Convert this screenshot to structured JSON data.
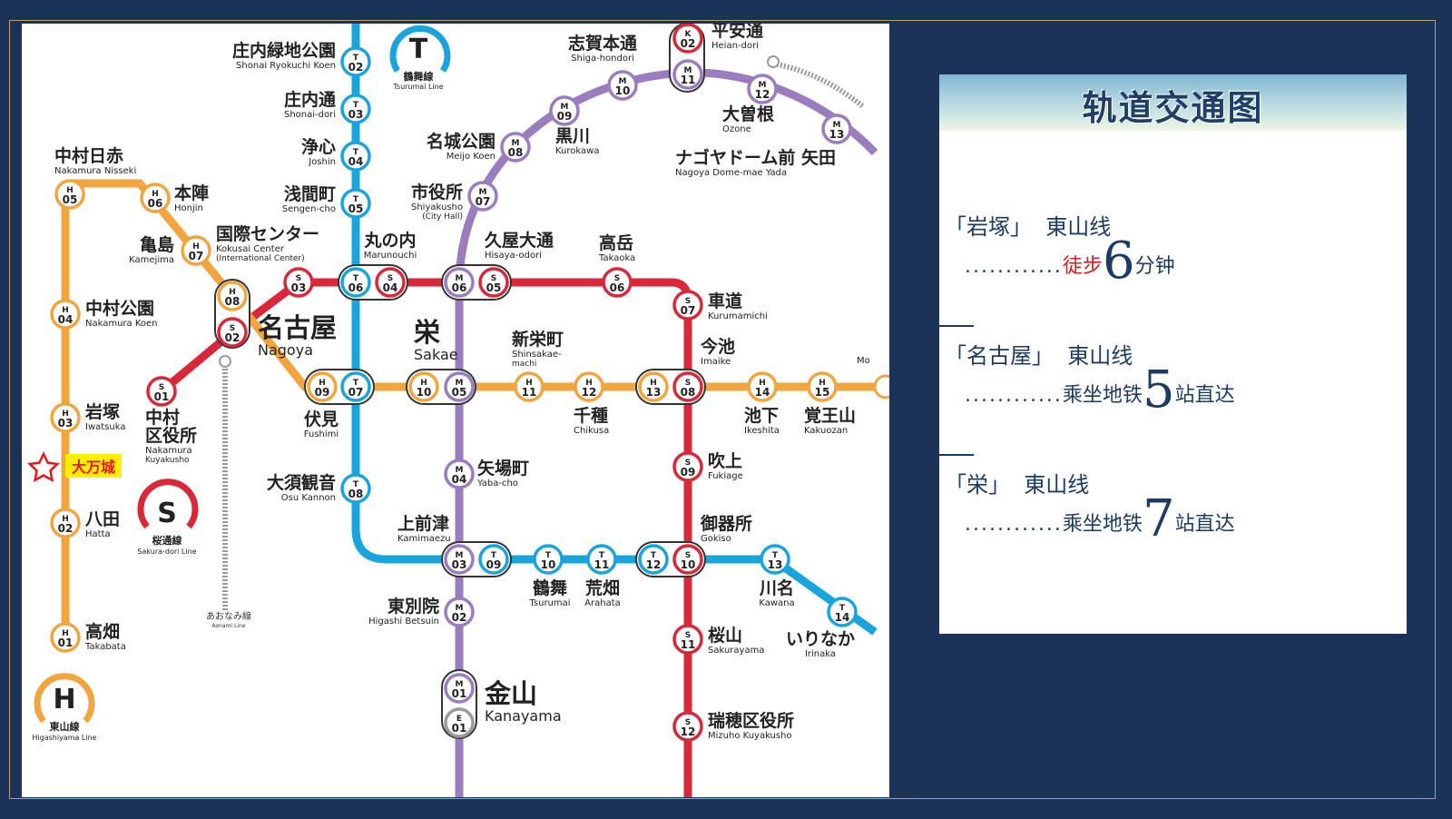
{
  "colors": {
    "background": "#1b3358",
    "frame": "#b8a36a",
    "higashiyama": "#f2a53e",
    "sakuradori": "#d8283a",
    "meijo": "#9b7cbf",
    "tsurumai": "#19a4de",
    "aonami": "#9a9a9a",
    "panel_title": "#1f3f66",
    "panel_text": "#1c3b63",
    "walk_red": "#d42020",
    "star": "#e8151b",
    "highlight": "#ffee00"
  },
  "map": {
    "line_badges": [
      {
        "letter": "T",
        "name_jp": "鶴舞線",
        "name_en": "Tsurumai Line"
      },
      {
        "letter": "S",
        "name_jp": "桜通線",
        "name_en": "Sakura-dori Line"
      },
      {
        "letter": "H",
        "name_jp": "東山線",
        "name_en": "Higashiyama Line"
      }
    ],
    "aonami_label": {
      "jp": "あおなみ線",
      "en": "Aonami Line"
    },
    "marker": {
      "icon": "star-icon",
      "label": "大万城"
    },
    "stations": [
      {
        "jp": "庄内緑地公園",
        "en": "Shonai Ryokuchi Koen",
        "codes": [
          [
            "T",
            "02"
          ]
        ]
      },
      {
        "jp": "庄内通",
        "en": "Shonai-dori",
        "codes": [
          [
            "T",
            "03"
          ]
        ]
      },
      {
        "jp": "浄心",
        "en": "Joshin",
        "codes": [
          [
            "T",
            "04"
          ]
        ]
      },
      {
        "jp": "浅間町",
        "en": "Sengen-cho",
        "codes": [
          [
            "T",
            "05"
          ]
        ]
      },
      {
        "jp": "丸の内",
        "en": "Marunouchi",
        "codes": [
          [
            "T",
            "06"
          ],
          [
            "S",
            "04"
          ]
        ]
      },
      {
        "jp": "伏見",
        "en": "Fushimi",
        "codes": [
          [
            "H",
            "09"
          ],
          [
            "T",
            "07"
          ]
        ]
      },
      {
        "jp": "大須観音",
        "en": "Osu Kannon",
        "codes": [
          [
            "T",
            "08"
          ]
        ]
      },
      {
        "jp": "上前津",
        "en": "Kamimaezu",
        "codes": [
          [
            "M",
            "03"
          ],
          [
            "T",
            "09"
          ]
        ]
      },
      {
        "jp": "鶴舞",
        "en": "Tsurumai",
        "codes": [
          [
            "T",
            "10"
          ]
        ]
      },
      {
        "jp": "荒畑",
        "en": "Arahata",
        "codes": [
          [
            "T",
            "11"
          ]
        ]
      },
      {
        "jp": "御器所",
        "en": "Gokiso",
        "codes": [
          [
            "T",
            "12"
          ],
          [
            "S",
            "10"
          ]
        ]
      },
      {
        "jp": "川名",
        "en": "Kawana",
        "codes": [
          [
            "T",
            "13"
          ]
        ]
      },
      {
        "jp": "いりなか",
        "en": "Irinaka",
        "codes": [
          [
            "T",
            "14"
          ]
        ]
      },
      {
        "jp": "中村日赤",
        "en": "Nakamura Nisseki",
        "codes": [
          [
            "H",
            "05"
          ]
        ]
      },
      {
        "jp": "本陣",
        "en": "Honjin",
        "codes": [
          [
            "H",
            "06"
          ]
        ]
      },
      {
        "jp": "亀島",
        "en": "Kamejima",
        "codes": [
          [
            "H",
            "07"
          ]
        ]
      },
      {
        "jp": "中村公園",
        "en": "Nakamura Koen",
        "codes": [
          [
            "H",
            "04"
          ]
        ]
      },
      {
        "jp": "岩塚",
        "en": "Iwatsuka",
        "codes": [
          [
            "H",
            "03"
          ]
        ]
      },
      {
        "jp": "八田",
        "en": "Hatta",
        "codes": [
          [
            "H",
            "02"
          ]
        ]
      },
      {
        "jp": "高畑",
        "en": "Takabata",
        "codes": [
          [
            "H",
            "01"
          ]
        ]
      },
      {
        "jp": "名古屋",
        "en": "Nagoya",
        "codes": [
          [
            "H",
            "08"
          ],
          [
            "S",
            "02"
          ]
        ]
      },
      {
        "jp": "国際センター",
        "en": "Kokusai Center",
        "en2": "(International Center)",
        "codes": [
          [
            "S",
            "03"
          ]
        ]
      },
      {
        "jp": "中村",
        "jp2": "区役所",
        "en": "Nakamura",
        "en2": "Kuyakusho",
        "codes": [
          [
            "S",
            "01"
          ]
        ]
      },
      {
        "jp": "栄",
        "en": "Sakae",
        "codes": [
          [
            "H",
            "10"
          ],
          [
            "M",
            "05"
          ]
        ]
      },
      {
        "jp": "久屋大通",
        "en": "Hisaya-odori",
        "codes": [
          [
            "M",
            "06"
          ],
          [
            "S",
            "05"
          ]
        ]
      },
      {
        "jp": "高岳",
        "en": "Takaoka",
        "codes": [
          [
            "S",
            "06"
          ]
        ]
      },
      {
        "jp": "車道",
        "en": "Kurumamichi",
        "codes": [
          [
            "S",
            "07"
          ]
        ]
      },
      {
        "jp": "今池",
        "en": "Imaike",
        "codes": [
          [
            "H",
            "13"
          ],
          [
            "S",
            "08"
          ]
        ]
      },
      {
        "jp": "新栄町",
        "en": "Shinsakae-",
        "en2": "machi",
        "codes": [
          [
            "H",
            "11"
          ]
        ]
      },
      {
        "jp": "千種",
        "en": "Chikusa",
        "codes": [
          [
            "H",
            "12"
          ]
        ]
      },
      {
        "jp": "池下",
        "en": "Ikeshita",
        "codes": [
          [
            "H",
            "14"
          ]
        ]
      },
      {
        "jp": "覚王山",
        "en": "Kakuozan",
        "codes": [
          [
            "H",
            "15"
          ]
        ]
      },
      {
        "jp": "吹上",
        "en": "Fukiage",
        "codes": [
          [
            "S",
            "09"
          ]
        ]
      },
      {
        "jp": "桜山",
        "en": "Sakurayama",
        "codes": [
          [
            "S",
            "11"
          ]
        ]
      },
      {
        "jp": "瑞穂区役所",
        "en": "Mizuho Kuyakusho",
        "codes": [
          [
            "S",
            "12"
          ]
        ]
      },
      {
        "jp": "矢場町",
        "en": "Yaba-cho",
        "codes": [
          [
            "M",
            "04"
          ]
        ]
      },
      {
        "jp": "東別院",
        "en": "Higashi Betsuin",
        "codes": [
          [
            "M",
            "02"
          ]
        ]
      },
      {
        "jp": "金山",
        "en": "Kanayama",
        "codes": [
          [
            "M",
            "01"
          ],
          [
            "E",
            "01"
          ]
        ]
      },
      {
        "jp": "市役所",
        "en": "Shiyakusho",
        "en2": "(City Hall)",
        "codes": [
          [
            "M",
            "07"
          ]
        ]
      },
      {
        "jp": "名城公園",
        "en": "Meijo Koen",
        "codes": [
          [
            "M",
            "08"
          ]
        ]
      },
      {
        "jp": "黒川",
        "en": "Kurokawa",
        "codes": [
          [
            "M",
            "09"
          ]
        ]
      },
      {
        "jp": "志賀本通",
        "en": "Shiga-hondori",
        "codes": [
          [
            "M",
            "10"
          ]
        ]
      },
      {
        "jp": "平安通",
        "en": "Heian-dori",
        "codes": [
          [
            "K",
            "02"
          ],
          [
            "M",
            "11"
          ]
        ]
      },
      {
        "jp": "大曽根",
        "en": "Ozone",
        "codes": [
          [
            "M",
            "12"
          ]
        ]
      },
      {
        "jp": "ナゴヤドーム前 矢田",
        "en": "Nagoya Dome-mae Yada",
        "codes": [
          [
            "M",
            "13"
          ]
        ]
      }
    ],
    "edge_text": "Mo"
  },
  "panel": {
    "title": "轨道交通图",
    "separator": "—",
    "routes": [
      {
        "station": "「岩塚」",
        "line": "東山线",
        "dots": "............",
        "mode": "徒步",
        "number": "6",
        "unit": "分钟"
      },
      {
        "station": "「名古屋」",
        "line": "東山线",
        "dots": "............",
        "mode": "乘坐地铁",
        "number": "5",
        "unit": "站直达"
      },
      {
        "station": "「栄」",
        "line": "東山线",
        "dots": "............",
        "mode": "乘坐地铁",
        "number": "7",
        "unit": "站直达"
      }
    ]
  }
}
